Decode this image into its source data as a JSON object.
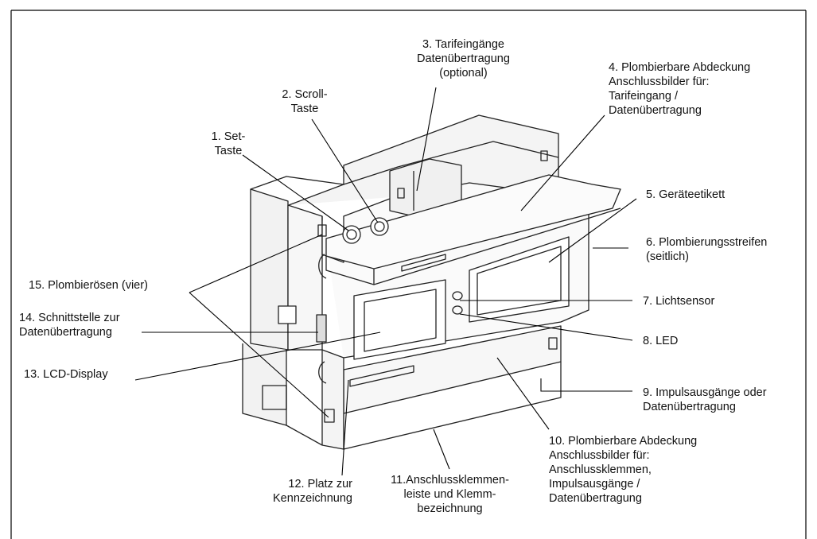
{
  "labels": {
    "l1": "1. Set-\nTaste",
    "l2": "2. Scroll-\nTaste",
    "l3": "3. Tarifeingänge\nDatenübertragung\n(optional)",
    "l4": "4. Plombierbare Abdeckung\nAnschlussbilder für:\nTarifeingang /\nDatenübertragung",
    "l5": "5. Geräteetikett",
    "l6": "6. Plombierungsstreifen\n(seitlich)",
    "l7": "7. Lichtsensor",
    "l8": "8. LED",
    "l9": "9. Impulsausgänge oder\nDatenübertragung",
    "l10": "10. Plombierbare Abdeckung\nAnschlussbilder für:\nAnschlussklemmen,\nImpulsausgänge /\nDatenübertragung",
    "l11": "11.Anschlussklemmen-\nleiste und Klemm-\nbezeichnung",
    "l12": "12. Platz zur\nKennzeichnung",
    "l13": "13. LCD-Display",
    "l14": "14. Schnittstelle zur\nDatenübertragung",
    "l15": "15. Plombierösen (vier)"
  }
}
